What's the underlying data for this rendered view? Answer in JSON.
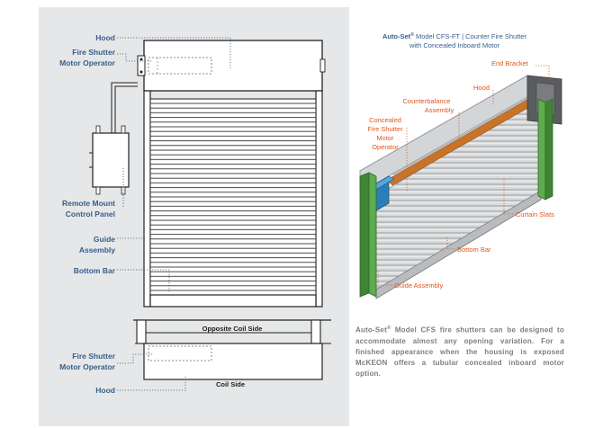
{
  "left_labels": {
    "hood_top": "Hood",
    "motor_top_line1": "Fire Shutter",
    "motor_top_line2": "Motor Operator",
    "panel_line1": "Remote Mount",
    "panel_line2": "Control Panel",
    "guide_line1": "Guide",
    "guide_line2": "Assembly",
    "bottom_bar": "Bottom Bar",
    "opposite_coil_side": "Opposite Coil Side",
    "motor_bottom_line1": "Fire Shutter",
    "motor_bottom_line2": "Motor Operator",
    "hood_bottom": "Hood",
    "coil_side": "Coil Side"
  },
  "right_title": {
    "line1_brand": "Auto-Set",
    "line1_rest": " Model CFS-FT | Counter Fire Shutter",
    "line2": "with Concealed Inboard Motor",
    "reg_mark": "®"
  },
  "right_labels": {
    "end_bracket": "End Bracket",
    "hood": "Hood",
    "counterbalance_line1": "Counterbalance",
    "counterbalance_line2": "Assembly",
    "concealed_line1": "Concealed",
    "concealed_line2": "Fire Shutter",
    "concealed_line3": "Motor",
    "concealed_line4": "Operator",
    "curtain_slats": "Curtain Slats",
    "bottom_bar": "Bottom Bar",
    "guide_assembly": "Guide Assembly"
  },
  "description": {
    "brand": "Auto-Set",
    "reg_mark": "®",
    "text": " Model CFS fire shutters can be designed to accommodate almost any opening variation. For a finished appearance when the housing is exposed McKEON offers a tubular concealed inboard motor option."
  },
  "colors": {
    "label_blue": "#355f8c",
    "label_orange": "#e2561b",
    "guide_green": "#4e9a3f",
    "motor_blue": "#2a7fb6",
    "tube_orange": "#c8732a"
  }
}
